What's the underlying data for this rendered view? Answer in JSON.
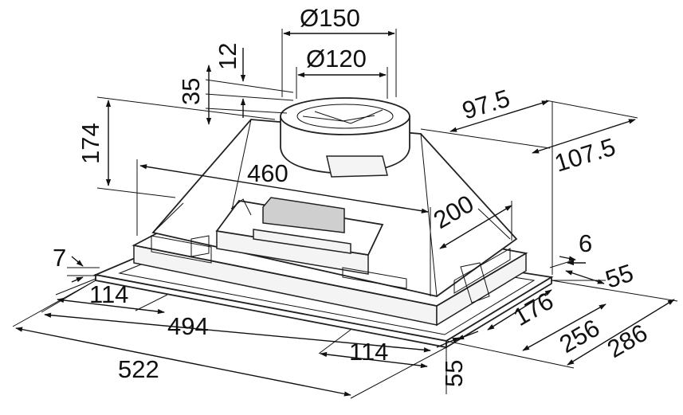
{
  "figure": {
    "dimensions": {
      "d150": "Ø150",
      "d120": "Ø120",
      "d12": "12",
      "d35": "35",
      "d174": "174",
      "d97_5": "97.5",
      "d107_5": "107.5",
      "d460": "460",
      "d200": "200",
      "d7": "7",
      "d6": "6",
      "d55_right": "55",
      "d114_left": "114",
      "d494": "494",
      "d176": "176",
      "d256": "256",
      "d286": "286",
      "d114_bottom": "114",
      "d55_bottom": "55",
      "d522": "522"
    }
  }
}
